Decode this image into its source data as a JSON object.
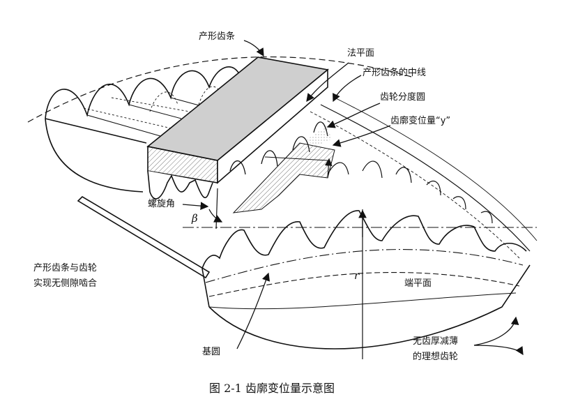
{
  "labels": {
    "rack": "产形齿条",
    "normal_plane": "法平面",
    "rack_center_line": "产形齿条的中线",
    "pitch_circle": "齿轮分度圆",
    "profile_shift": "齿廓变位量“y”",
    "helix_angle": "螺旋角",
    "beta": "β",
    "mesh_line1": "产形齿条与齿轮",
    "mesh_line2": "实现无侧隙啮合",
    "radius": "r",
    "end_plane": "端平面",
    "base_circle": "基圆",
    "ideal_gear_line1": "无齿厚减薄",
    "ideal_gear_line2": "的理想齿轮"
  },
  "caption": "图 2-1 齿廓变位量示意图",
  "colors": {
    "line": "#111111",
    "rack_top": "#cfcfcf",
    "hatch": "#777777",
    "background": "#ffffff"
  }
}
